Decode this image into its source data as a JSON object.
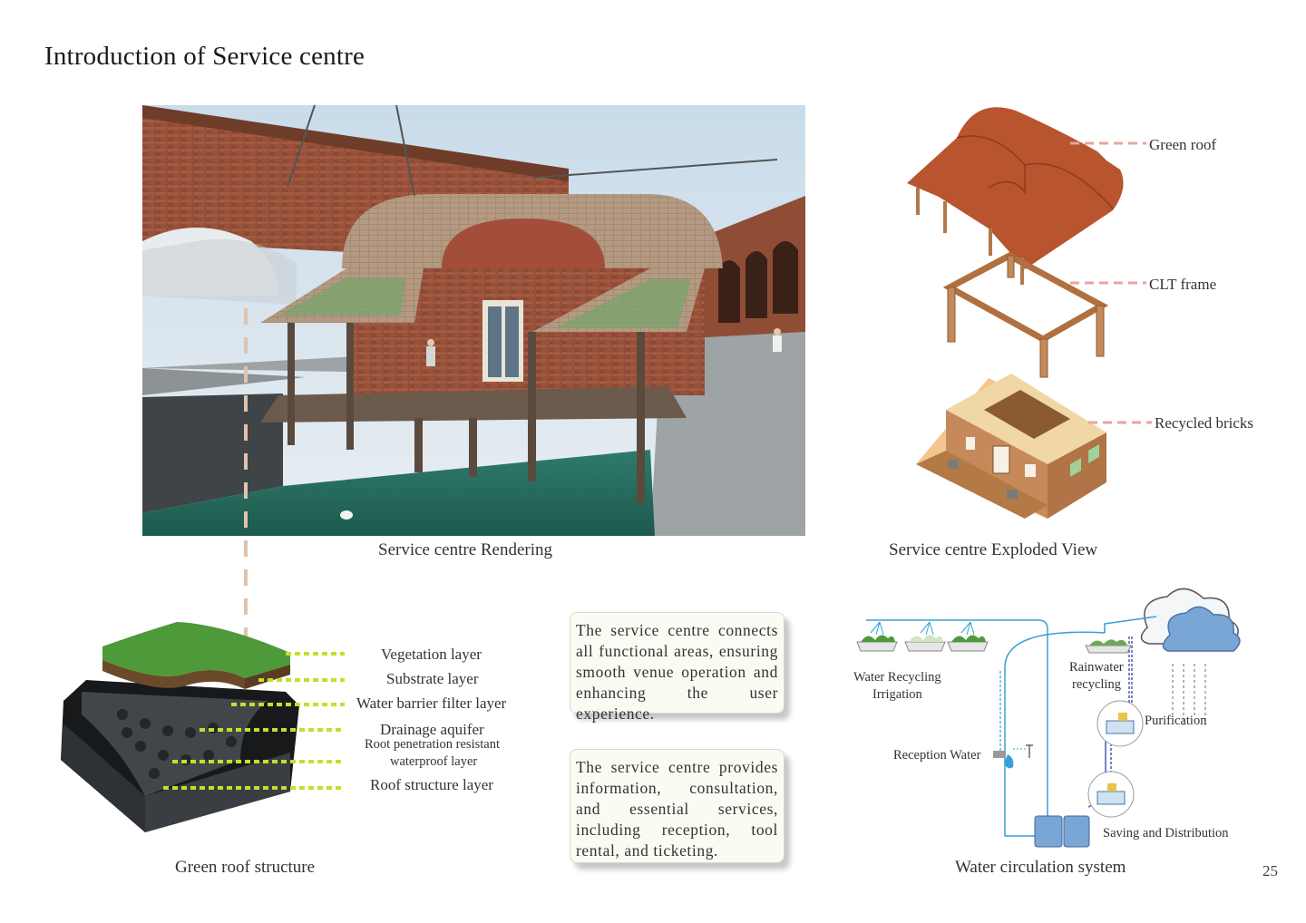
{
  "page": {
    "title": "Introduction of Service centre",
    "page_number": "25"
  },
  "rendering": {
    "caption": "Service centre Rendering"
  },
  "exploded": {
    "caption": "Service centre Exploded View",
    "labels": [
      "Green roof",
      "CLT frame",
      "Recycled bricks"
    ]
  },
  "green_roof": {
    "caption": "Green roof structure",
    "layers": [
      "Vegetation layer",
      "Substrate layer",
      "Water barrier filter layer",
      "Drainage aquifer",
      "Root penetration resistant",
      "waterproof layer",
      "Roof structure layer"
    ]
  },
  "notes": [
    "The service centre connects all functional areas, ensuring smooth venue operation and enhancing the user experience.",
    "The service centre provides information, consultation, and essential services, including reception, tool rental, and ticketing."
  ],
  "water": {
    "caption": "Water circulation system",
    "labels": {
      "irrigation_1": "Water Recycling",
      "irrigation_2": "Irrigation",
      "rain_1": "Rainwater",
      "rain_2": "recycling",
      "purification": "Purification",
      "reception": "Reception Water",
      "saving": "Saving and Distribution"
    }
  },
  "colors": {
    "roof": "#b8542e",
    "brick": "#c68a5a",
    "leader": "#e8a4a0",
    "green_dash": "#c6dd2e",
    "water": "#3a9fd8",
    "water_scene": "#2f7b6c"
  }
}
